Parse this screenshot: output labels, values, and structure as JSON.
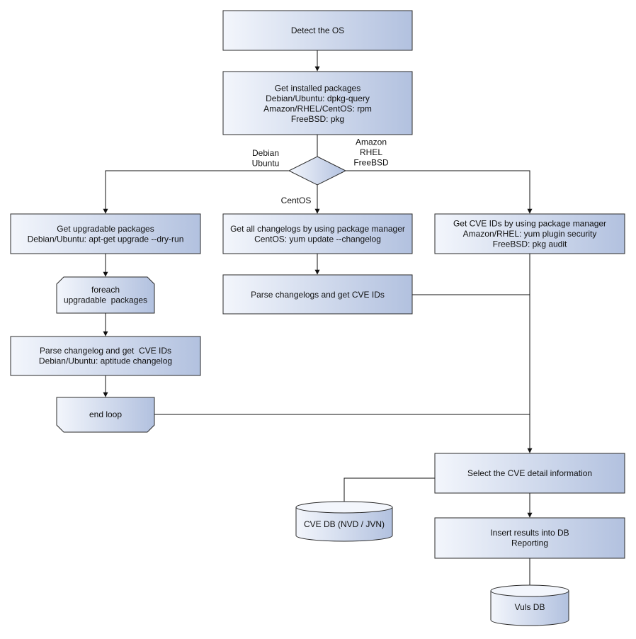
{
  "nodes": {
    "detect_os": {
      "lines": [
        "Detect the OS"
      ]
    },
    "get_installed": {
      "lines": [
        "Get installed packages",
        "Debian/Ubuntu: dpkg-query",
        "Amazon/RHEL/CentOS: rpm",
        "FreeBSD: pkg"
      ]
    },
    "get_upgradable": {
      "lines": [
        "Get upgradable packages",
        "Debian/Ubuntu: apt-get upgrade --dry-run"
      ]
    },
    "get_changelogs": {
      "lines": [
        "Get all changelogs by using package manager",
        "CentOS: yum update --changelog"
      ]
    },
    "get_cve_pkgmgr": {
      "lines": [
        "Get CVE IDs by using package manager",
        "Amazon/RHEL: yum plugin security",
        "FreeBSD: pkg audit"
      ]
    },
    "foreach": {
      "lines": [
        "foreach",
        "upgradable  packages"
      ]
    },
    "parse_changelogs": {
      "lines": [
        "Parse changelogs and get CVE IDs"
      ]
    },
    "parse_changelog_loop": {
      "lines": [
        "Parse changelog and get  CVE IDs",
        "Debian/Ubuntu: aptitude changelog"
      ]
    },
    "end_loop": {
      "lines": [
        "end loop"
      ]
    },
    "select_cve": {
      "lines": [
        "Select the CVE detail information"
      ]
    },
    "insert_results": {
      "lines": [
        "Insert results into DB",
        "Reporting"
      ]
    },
    "cve_db": {
      "lines": [
        "CVE DB (NVD / JVN)"
      ]
    },
    "vuls_db": {
      "lines": [
        "Vuls DB"
      ]
    }
  },
  "branch_labels": {
    "left": [
      "Debian",
      "Ubuntu"
    ],
    "right": [
      "Amazon",
      "RHEL",
      "FreeBSD"
    ],
    "down": [
      "CentOS"
    ]
  },
  "colors": {
    "fill_light": "#f3f6fc",
    "fill_dark": "#b2c1df",
    "stroke": "#2b2b2b",
    "edge": "#111111"
  }
}
